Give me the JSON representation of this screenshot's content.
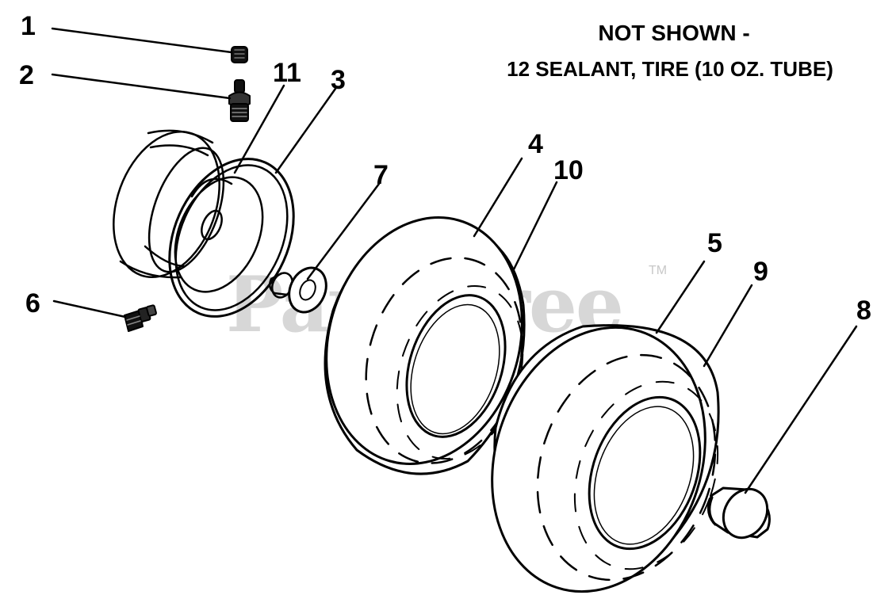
{
  "note": {
    "title": "NOT SHOWN -",
    "line": "12 SEALANT, TIRE (10 OZ. TUBE)"
  },
  "watermark": {
    "text": "PartsTree",
    "tm": "TM"
  },
  "callouts": {
    "c1": "1",
    "c2": "2",
    "c3": "3",
    "c4": "4",
    "c5": "5",
    "c6": "6",
    "c7": "7",
    "c8": "8",
    "c9": "9",
    "c10": "10",
    "c11": "11"
  },
  "colors": {
    "ink": "#000000",
    "watermark": "#d7d7d7",
    "background": "#ffffff"
  }
}
